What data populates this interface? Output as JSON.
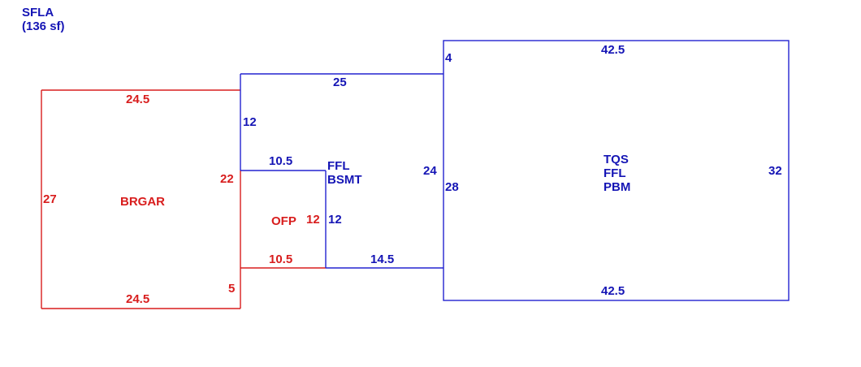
{
  "header": {
    "title": "SFLA",
    "subtitle": "(136 sf)"
  },
  "colors": {
    "blue": "#1515b5",
    "red": "#d81d1d"
  },
  "areas": {
    "tqs": {
      "lines": [
        "TQS",
        "FFL",
        "PBM"
      ]
    },
    "ffl_bsmt": {
      "lines": [
        "FFL",
        "BSMT"
      ]
    },
    "brgar": {
      "label": "BRGAR"
    },
    "ofp": {
      "label": "OFP"
    }
  },
  "dimensions": {
    "tqs_top": "42.5",
    "tqs_bottom": "42.5",
    "tqs_right": "32",
    "tqs_left": "28",
    "tqs_step": "4",
    "bsmt_top": "25",
    "bsmt_left": "12",
    "bsmt_inner_top": "10.5",
    "bsmt_right": "24",
    "bsmt_inner_side": "12",
    "bsmt_bottom": "14.5",
    "brgar_top": "24.5",
    "brgar_bottom": "24.5",
    "brgar_left": "27",
    "brgar_right": "22",
    "brgar_step": "5",
    "ofp_side": "12",
    "ofp_bottom": "10.5"
  }
}
